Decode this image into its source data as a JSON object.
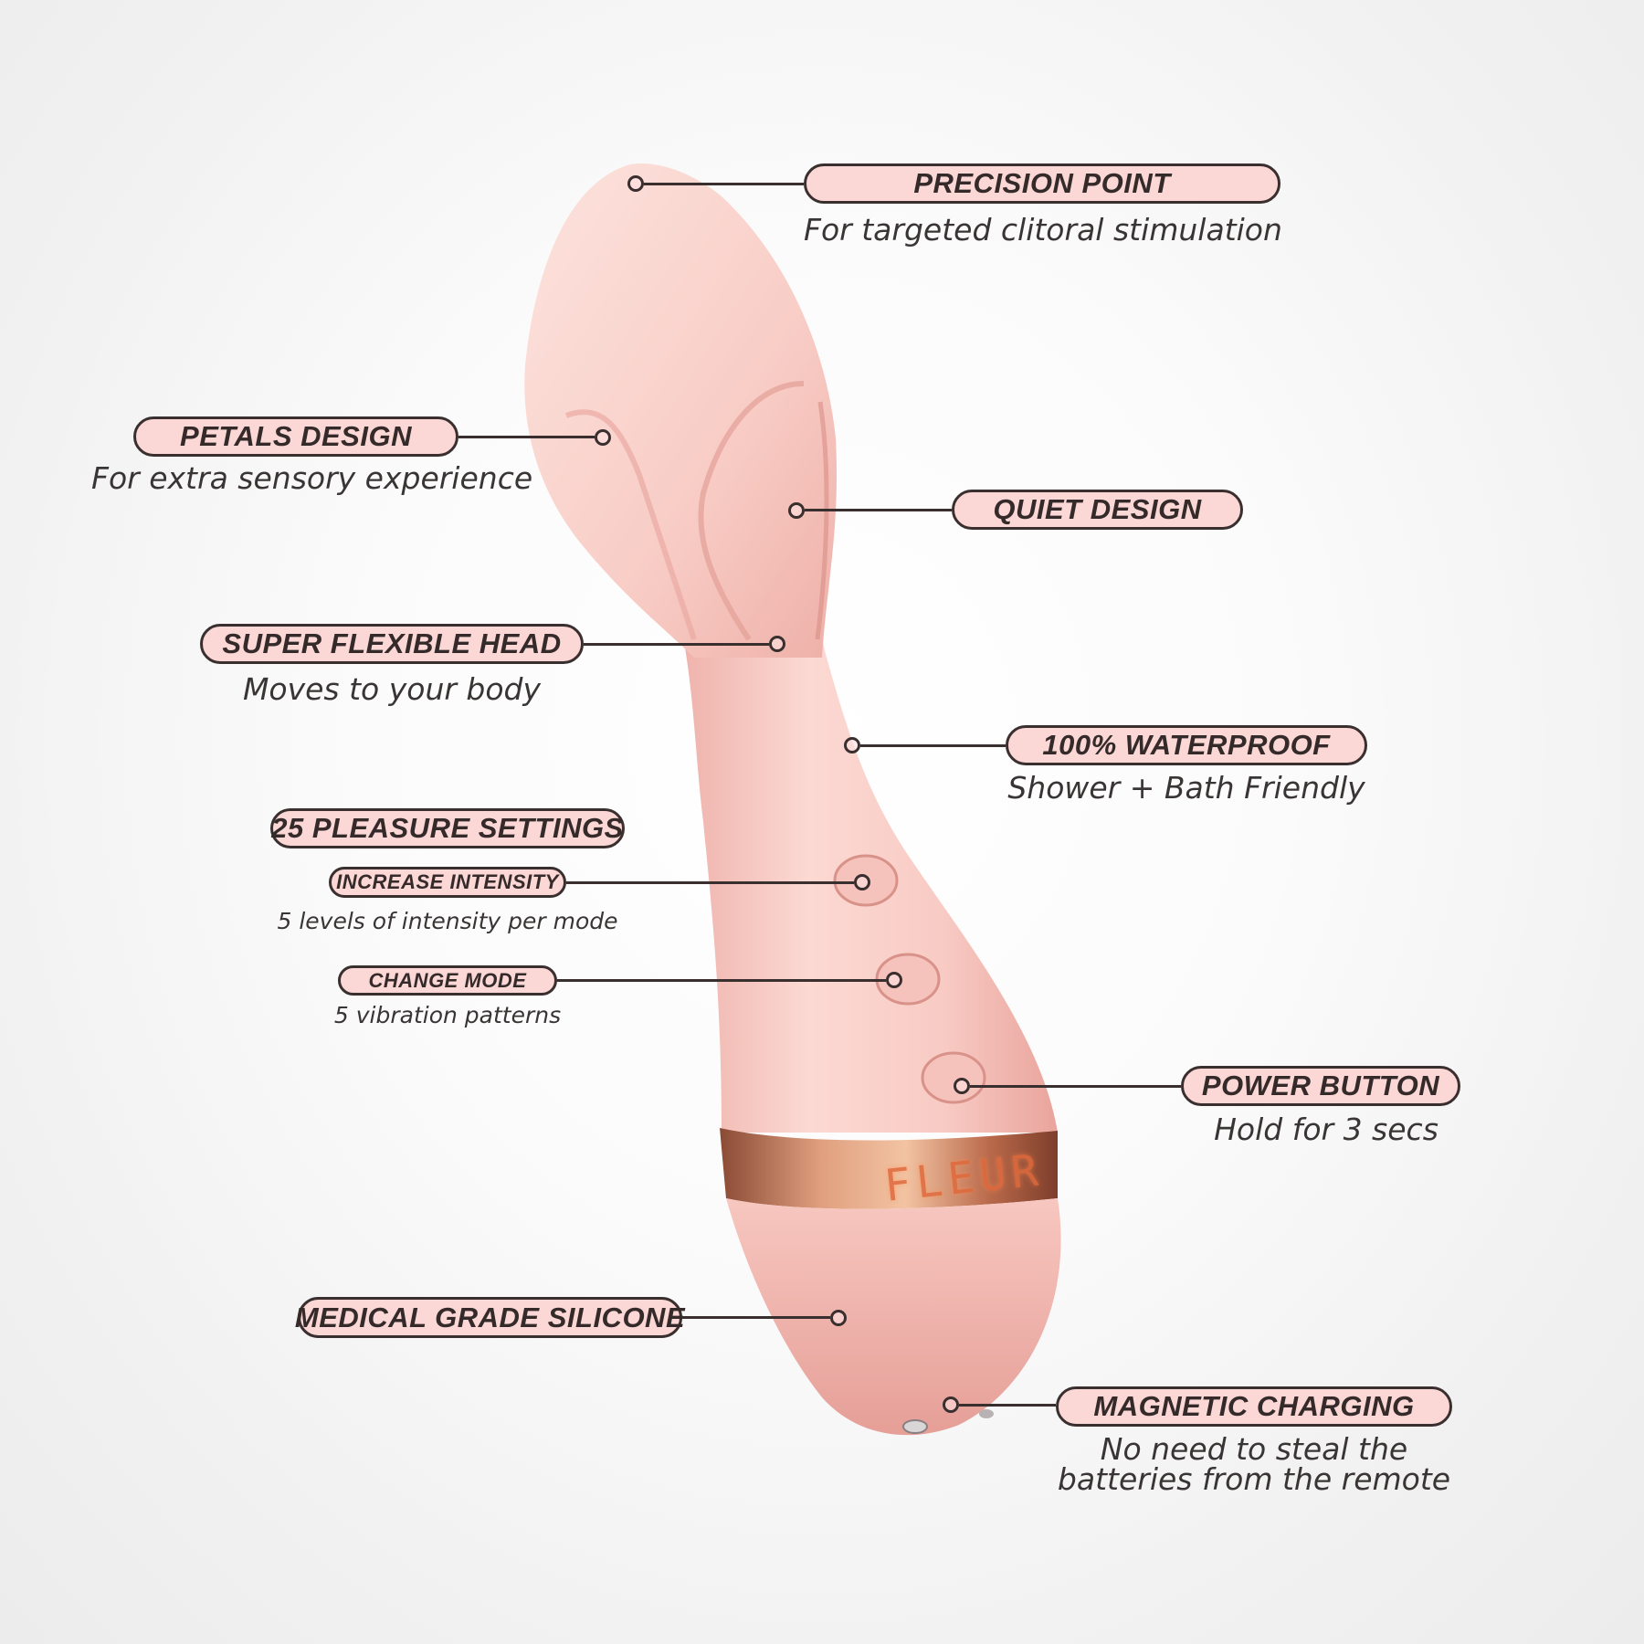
{
  "product": {
    "brand_mark": "FLEUR",
    "colors": {
      "body": "#f7c9c3",
      "body_highlight": "#fde4df",
      "body_shadow": "#e6a39c",
      "band": "#c87a5a",
      "pill_fill": "#fbd7d5",
      "outline": "#3a2f2f",
      "text": "#352a2a"
    }
  },
  "callouts": [
    {
      "id": "precision-point",
      "title": "PRECISION POINT",
      "subtitle": "For targeted clitoral stimulation"
    },
    {
      "id": "petals-design",
      "title": "PETALS DESIGN",
      "subtitle": "For extra sensory experience"
    },
    {
      "id": "quiet-design",
      "title": "QUIET DESIGN",
      "subtitle": ""
    },
    {
      "id": "super-flexible-head",
      "title": "SUPER FLEXIBLE HEAD",
      "subtitle": "Moves to your body"
    },
    {
      "id": "waterproof",
      "title": "100% WATERPROOF",
      "subtitle": "Shower + Bath Friendly"
    },
    {
      "id": "pleasure-settings",
      "title": "25 PLEASURE SETTINGS",
      "subtitle": ""
    },
    {
      "id": "increase-intensity",
      "title": "INCREASE INTENSITY",
      "subtitle": "5 levels of intensity per mode"
    },
    {
      "id": "change-mode",
      "title": "CHANGE MODE",
      "subtitle": "5 vibration patterns"
    },
    {
      "id": "power-button",
      "title": "POWER BUTTON",
      "subtitle": "Hold for 3 secs"
    },
    {
      "id": "medical-grade-silicone",
      "title": "MEDICAL GRADE SILICONE",
      "subtitle": ""
    },
    {
      "id": "magnetic-charging",
      "title": "MAGNETIC CHARGING",
      "subtitle_line1": "No need to steal the",
      "subtitle_line2": "batteries from the remote"
    }
  ]
}
